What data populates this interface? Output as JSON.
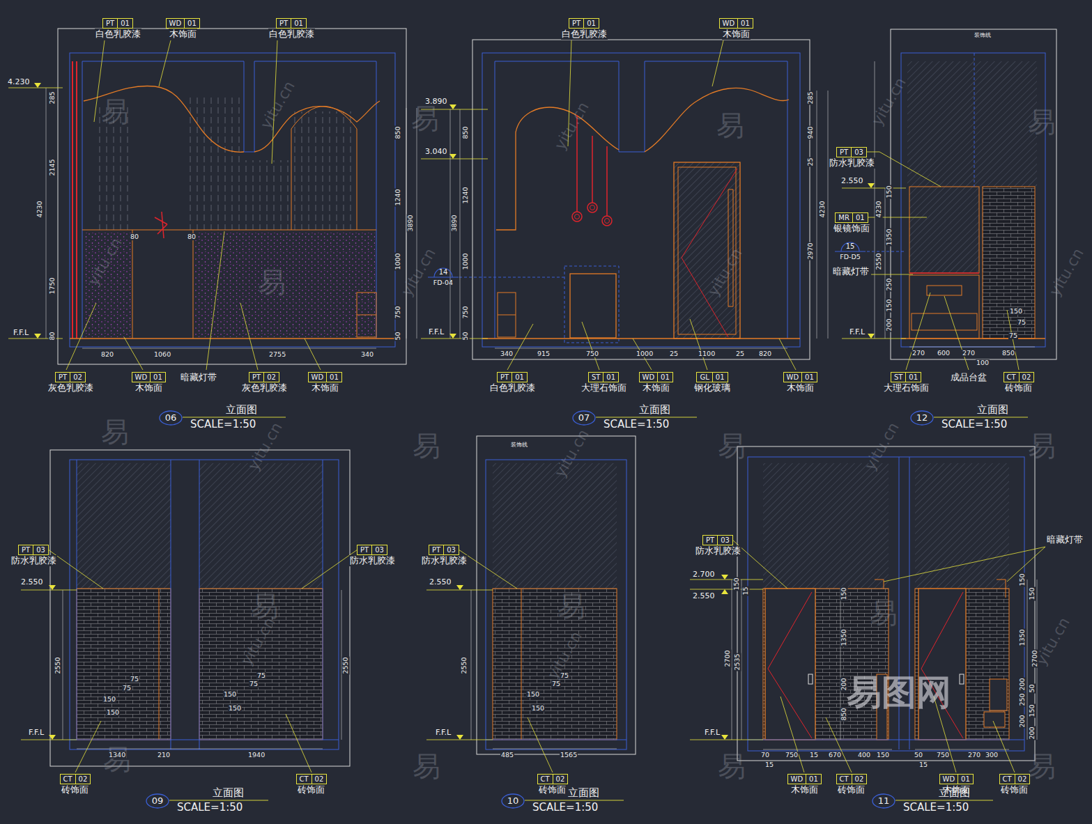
{
  "diagram": {
    "nodes": [
      {
        "text": [
          "PT",
          "01",
          "白色乳胶漆"
        ]
      },
      {
        "text": [
          "WD",
          "01",
          "木饰面"
        ]
      },
      {
        "text": [
          "PT",
          "01",
          "白色乳胶漆"
        ]
      },
      {
        "text": [
          "PT",
          "01",
          "白色乳胶漆"
        ]
      },
      {
        "text": [
          "WD",
          "01",
          "木饰面"
        ]
      },
      {
        "text": [
          "PT",
          "03",
          "防水乳胶漆"
        ]
      },
      {
        "text": [
          "MR",
          "01",
          "银镜饰面"
        ]
      },
      {
        "text": [
          "15",
          "FD-D5"
        ]
      },
      {
        "text": [
          "14",
          "FD-04"
        ]
      },
      {
        "text": [
          "PT",
          "02",
          "灰色乳胶漆"
        ]
      },
      {
        "text": [
          "WD",
          "01",
          "木饰面"
        ]
      },
      {
        "text": [
          "PT",
          "02",
          "灰色乳胶漆"
        ]
      },
      {
        "text": [
          "WD",
          "01",
          "木饰面"
        ]
      },
      {
        "text": [
          "PT",
          "01",
          "白色乳胶漆"
        ]
      },
      {
        "text": [
          "ST",
          "01",
          "大理石饰面"
        ]
      },
      {
        "text": [
          "WD",
          "01",
          "木饰面"
        ]
      },
      {
        "text": [
          "GL",
          "01",
          "钢化玻璃"
        ]
      },
      {
        "text": [
          "WD",
          "01",
          "木饰面"
        ]
      },
      {
        "text": [
          "ST",
          "01",
          "大理石饰面"
        ]
      },
      {
        "text": [
          "CT",
          "02",
          "砖饰面"
        ]
      },
      {
        "text": [
          "06",
          "立面图",
          "SCALE=1:50"
        ]
      },
      {
        "text": [
          "07",
          "立面图",
          "SCALE=1:50"
        ]
      },
      {
        "text": [
          "12",
          "立面图",
          "SCALE=1:50"
        ]
      },
      {
        "text": [
          "PT",
          "03",
          "防水乳胶漆"
        ]
      },
      {
        "text": [
          "PT",
          "03",
          "防水乳胶漆"
        ]
      },
      {
        "text": [
          "PT",
          "03",
          "防水乳胶漆"
        ]
      },
      {
        "text": [
          "PT",
          "03",
          "防水乳胶漆"
        ]
      },
      {
        "text": [
          "CT",
          "02",
          "砖饰面"
        ]
      },
      {
        "text": [
          "CT",
          "02",
          "砖饰面"
        ]
      },
      {
        "text": [
          "CT",
          "02",
          "砖饰面"
        ]
      },
      {
        "text": [
          "WD",
          "01",
          "木饰面"
        ]
      },
      {
        "text": [
          "CT",
          "02",
          "砖饰面"
        ]
      },
      {
        "text": [
          "WD",
          "01",
          "木饰面"
        ]
      },
      {
        "text": [
          "CT",
          "02",
          "砖饰面"
        ]
      },
      {
        "text": [
          "09",
          "立面图",
          "SCALE=1:50"
        ]
      },
      {
        "text": [
          "10",
          "立面图",
          "SCALE=1:50"
        ]
      },
      {
        "text": [
          "11",
          "立面图",
          "SCALE=1:50"
        ]
      }
    ],
    "labels": [
      "4.230",
      "F.F.L",
      "285",
      "2145",
      "4230",
      "1750",
      "80",
      "850",
      "1240",
      "3890",
      "1000",
      "750",
      "50",
      "80",
      "80",
      "820",
      "1060",
      "2755",
      "340",
      "暗藏灯带",
      "3.890",
      "3.040",
      "F.F.L",
      "850",
      "1240",
      "3890",
      "1000",
      "750",
      "50",
      "285",
      "940",
      "25",
      "4230",
      "2970",
      "340",
      "915",
      "750",
      "1000",
      "25",
      "1100",
      "25",
      "820",
      "装饰线",
      "2.550",
      "暗藏灯带",
      "F.F.L",
      "150",
      "1350",
      "4230",
      "2550",
      "250",
      "150",
      "200",
      "150",
      "75",
      "75",
      "270",
      "600",
      "270",
      "100",
      "850",
      "成品台盆",
      "2.550",
      "F.F.L",
      "2550",
      "2550",
      "75",
      "75",
      "150",
      "150",
      "75",
      "75",
      "150",
      "150",
      "1340",
      "210",
      "1940",
      "装饰线",
      "2.550",
      "2550",
      "F.F.L",
      "75",
      "75",
      "150",
      "150",
      "485",
      "1565",
      "2.700",
      "2.550",
      "F.F.L",
      "暗藏灯带",
      "150",
      "15",
      "2700",
      "2535",
      "150",
      "1350",
      "200",
      "850",
      "150",
      "150",
      "1350",
      "2700",
      "200",
      "50",
      "250",
      "150",
      "200",
      "200",
      "70",
      "750",
      "15",
      "670",
      "400",
      "150",
      "15",
      "50",
      "750",
      "270",
      "300",
      "15",
      "易",
      "易",
      "易",
      "易",
      "易",
      "易",
      "易",
      "易",
      "易",
      "易",
      "易",
      "易",
      "易",
      "易",
      "易",
      "易",
      "yitu.cn",
      "yitu.cn",
      "yitu.cn",
      "yitu.cn",
      "yitu.cn",
      "yitu.cn",
      "yitu.cn",
      "yitu.cn",
      "yitu.cn",
      "yitu.cn",
      "yitu.cn",
      "yitu.cn",
      "yitu.cn",
      "易图网"
    ]
  }
}
